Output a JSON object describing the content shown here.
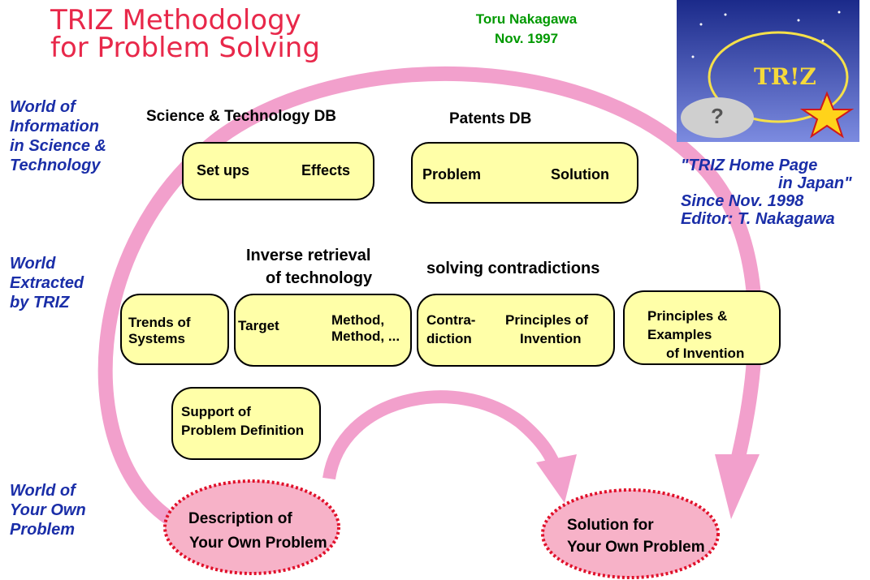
{
  "title": {
    "line1": "TRIZ Methodology",
    "line2": "for Problem Solving"
  },
  "author": {
    "name": "Toru Nakagawa",
    "date": "Nov. 1997"
  },
  "logo": {
    "text": "TR!Z",
    "question": "?"
  },
  "home_page": {
    "line1": "\"TRIZ Home Page",
    "line2": "in  Japan\"",
    "line3": "Since Nov. 1998",
    "line4": "Editor: T. Nakagawa"
  },
  "worlds": {
    "info": [
      "World of",
      "Information",
      "in Science &",
      "Technology"
    ],
    "triz": [
      "World",
      "Extracted",
      "by TRIZ"
    ],
    "own": [
      "World of",
      "Your Own",
      "Problem"
    ]
  },
  "headings": {
    "sci_db": "Science & Technology DB",
    "patents_db": "Patents DB",
    "inverse1": "Inverse retrieval",
    "inverse2": "of technology",
    "solving": "solving contradictions"
  },
  "boxes": {
    "setups": "Set ups",
    "effects": "Effects",
    "problem": "Problem",
    "solution": "Solution",
    "trends1": "Trends of",
    "trends2": "Systems",
    "target": "Target",
    "method1": "Method,",
    "method2": "Method, ...",
    "contra1": "Contra-",
    "contra2": "diction",
    "principles1": "Principles of",
    "principles2": "Invention",
    "pe1": "Principles &",
    "pe2": "Examples",
    "pe3": "of Invention",
    "support1": "Support of",
    "support2": "Problem Definition"
  },
  "own_problem": {
    "line1": "Description of",
    "line2": "Your Own Problem"
  },
  "own_solution": {
    "line1": "Solution for",
    "line2": "Your Own Problem"
  },
  "colors": {
    "title": "#e8284a",
    "author": "#009900",
    "world": "#1a2ea8",
    "arc": "#f2a0cc",
    "box": "#ffffa8",
    "ellipse": "#f7b2c8",
    "ellipse_border": "#e0102a"
  }
}
